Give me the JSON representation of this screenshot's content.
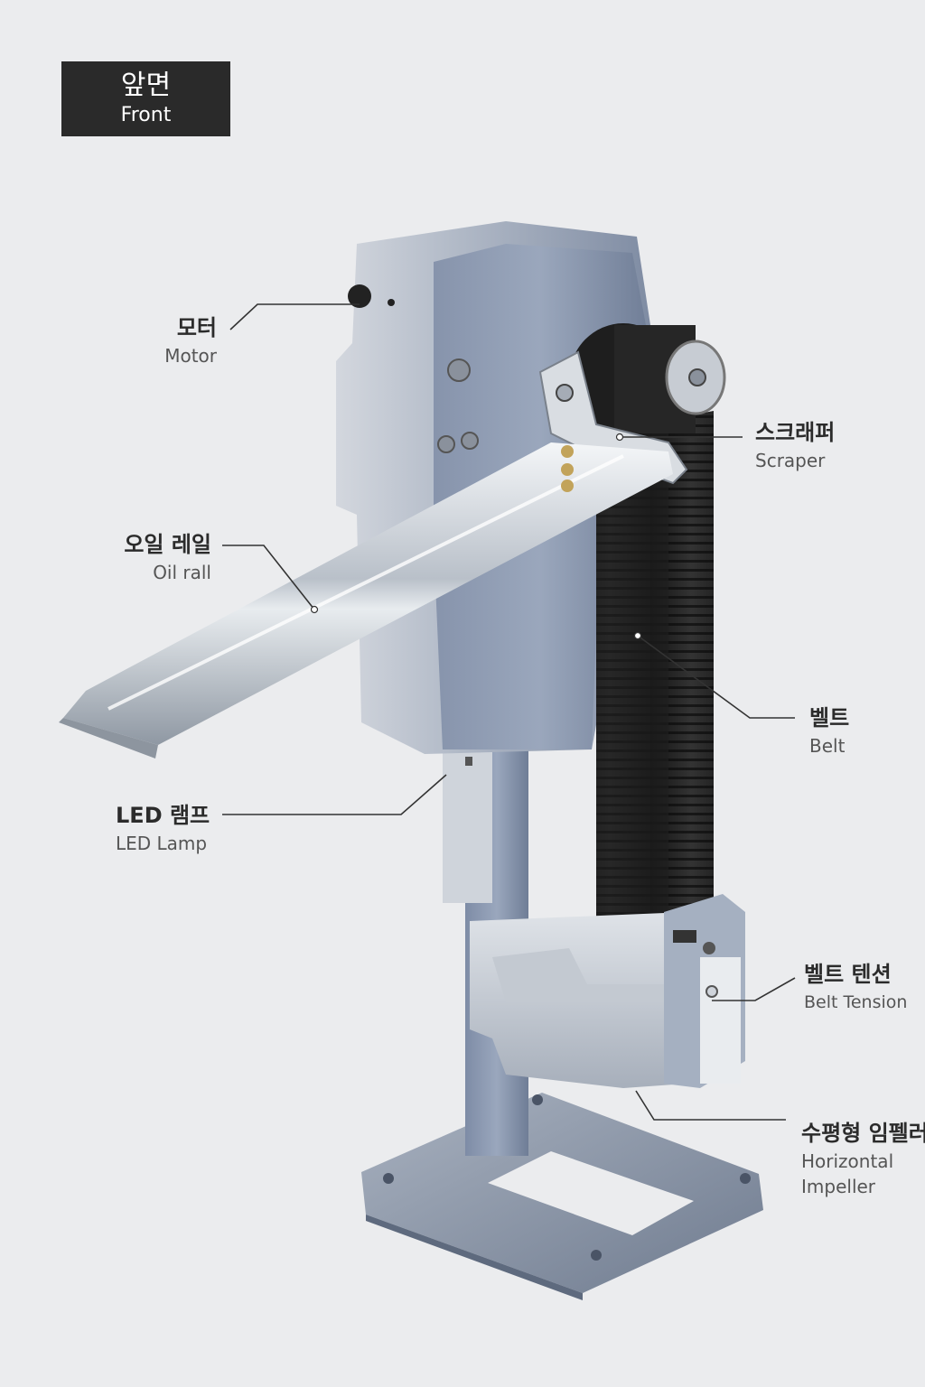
{
  "view": {
    "ko": "앞면",
    "en": "Front"
  },
  "parts": [
    {
      "id": "motor",
      "ko": "모터",
      "en": "Motor"
    },
    {
      "id": "oil-rail",
      "ko": "오일 레일",
      "en": "Oil rall"
    },
    {
      "id": "led-lamp",
      "ko": "LED 램프",
      "en": "LED Lamp"
    },
    {
      "id": "scraper",
      "ko": "스크래퍼",
      "en": "Scraper"
    },
    {
      "id": "belt",
      "ko": "벨트",
      "en": "Belt"
    },
    {
      "id": "belt-tension",
      "ko": "벨트 텐션",
      "en": "Belt Tension"
    },
    {
      "id": "horizontal-impeller",
      "ko": "수평형 임펠러",
      "en_line1": "Horizontal",
      "en_line2": "Impeller"
    }
  ],
  "colors": {
    "background": "#ebecee",
    "badge": "#2a2a2a",
    "body_metal": "#8d9ab0",
    "light_metal": "#c9ced6",
    "belt": "#222222",
    "leader_line": "#333333"
  }
}
